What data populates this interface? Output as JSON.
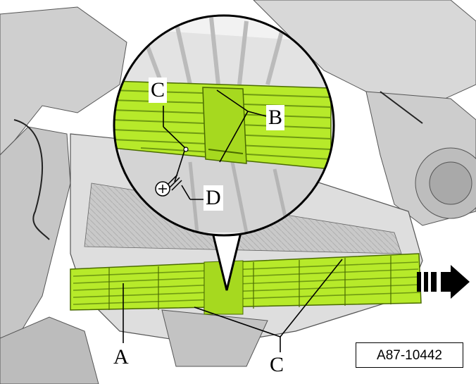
{
  "figure": {
    "reference": "A87-10442",
    "labels": {
      "a": "A",
      "b": "B",
      "c_detail": "C",
      "c_main": "C",
      "d": "D"
    },
    "colors": {
      "filter_green": "#b7ea2a",
      "filter_dark_green": "#6f9a12",
      "housing_gray": "#d9d9d9",
      "line_black": "#000000"
    },
    "icons": [
      "direction-arrow-icon",
      "screw-icon"
    ]
  }
}
